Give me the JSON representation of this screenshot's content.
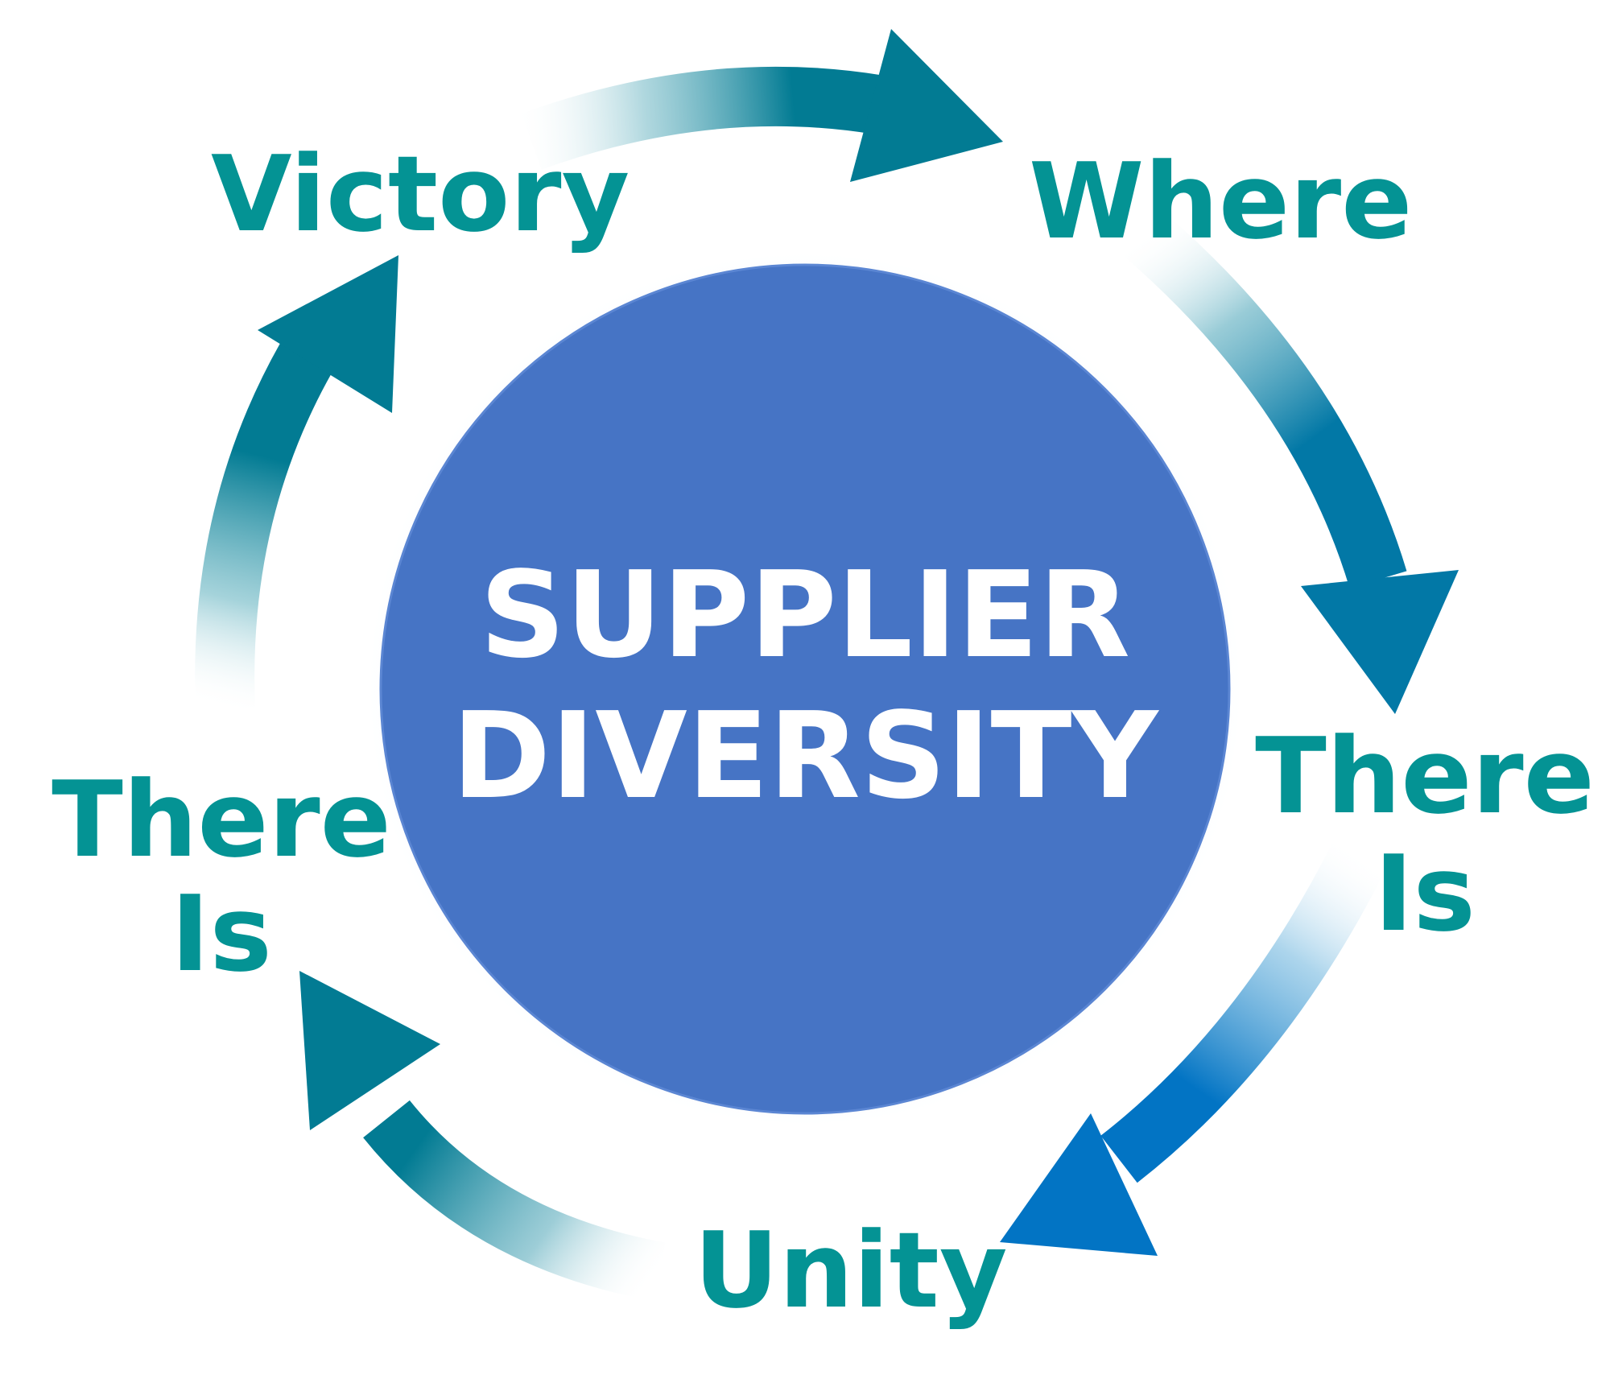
{
  "center": {
    "line1": "SUPPLIER",
    "line2": "DIVERSITY"
  },
  "labels": {
    "victory": "Victory",
    "where": "Where",
    "there_is_right": [
      "There",
      "Is"
    ],
    "unity": "Unity",
    "there_is_left": [
      "There",
      "Is"
    ]
  },
  "colors": {
    "label_teal": "#049394",
    "circle_blue": "#4674c5",
    "arrow_teal": "#027b93",
    "arrow_blue": "#0274c4",
    "arrow_mid": "#0277a8"
  }
}
